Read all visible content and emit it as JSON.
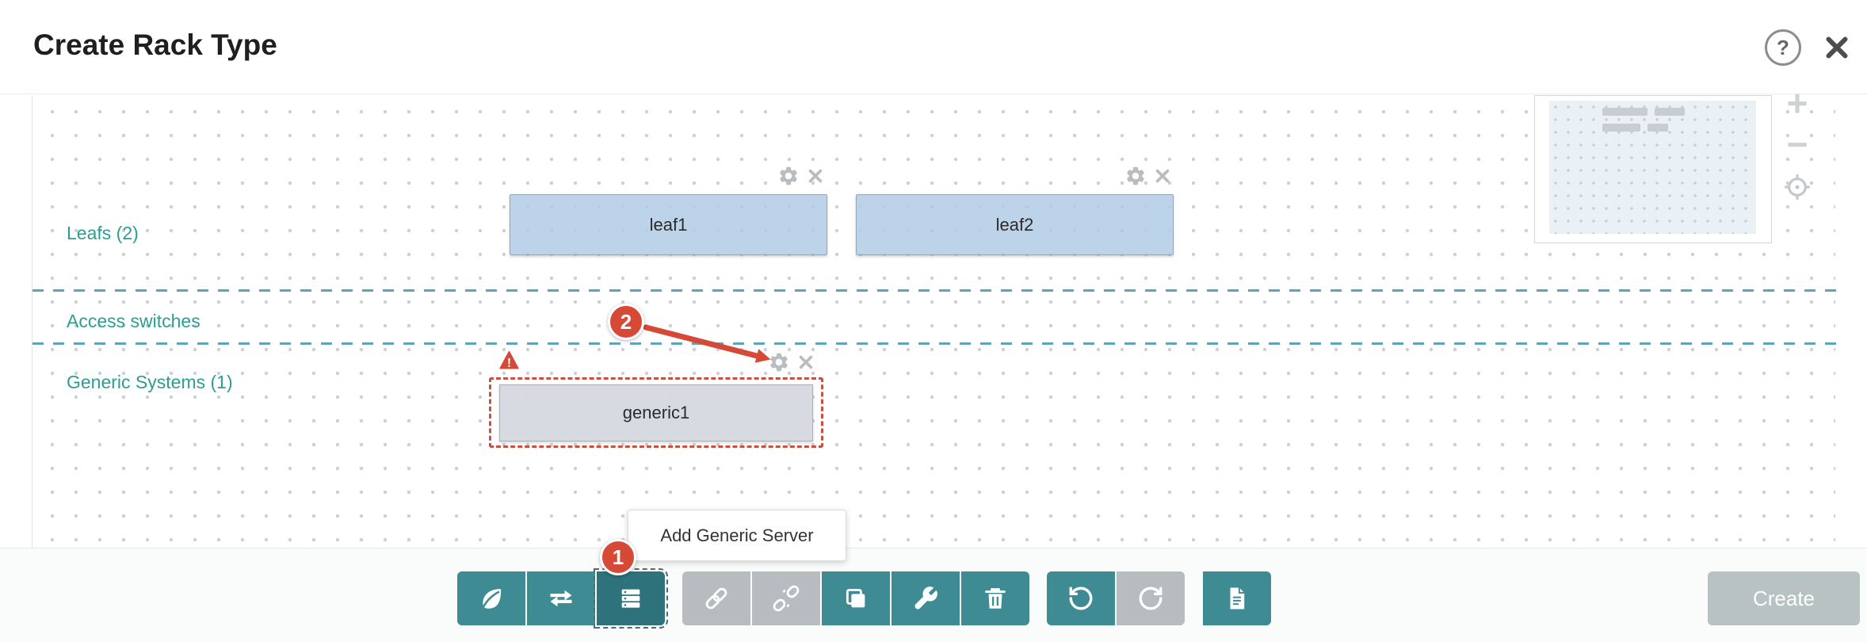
{
  "header": {
    "title": "Create Rack Type",
    "help_label": "?"
  },
  "canvas": {
    "sections": {
      "leafs_label": "Leafs (2)",
      "access_label": "Access switches",
      "generic_label": "Generic Systems (1)"
    },
    "nodes": {
      "leaf1_label": "leaf1",
      "leaf2_label": "leaf2",
      "generic1_label": "generic1"
    },
    "tooltip_text": "Add Generic Server"
  },
  "annotations": {
    "step1_badge": "1",
    "step2_badge": "2",
    "warning_mark": "!"
  },
  "toolbar": {
    "create_label": "Create",
    "buttons": [
      {
        "name": "add-leaf",
        "icon": "leaf-icon",
        "state": "enabled"
      },
      {
        "name": "manage-links",
        "icon": "swap-arrows-icon",
        "state": "enabled"
      },
      {
        "name": "add-generic-server",
        "icon": "server-rack-icon",
        "state": "active"
      },
      {
        "name": "add-link",
        "icon": "link-icon",
        "state": "disabled"
      },
      {
        "name": "delete-link",
        "icon": "unlink-icon",
        "state": "disabled"
      },
      {
        "name": "clone",
        "icon": "copy-icon",
        "state": "enabled"
      },
      {
        "name": "edit",
        "icon": "wrench-icon",
        "state": "enabled"
      },
      {
        "name": "delete",
        "icon": "trash-icon",
        "state": "enabled"
      },
      {
        "name": "undo",
        "icon": "undo-icon",
        "state": "enabled"
      },
      {
        "name": "redo",
        "icon": "redo-icon",
        "state": "disabled"
      },
      {
        "name": "view-json",
        "icon": "document-icon",
        "state": "enabled"
      }
    ]
  },
  "minimap": {
    "zoom_in_label": "+",
    "zoom_out_label": "−"
  },
  "colors": {
    "teal": "#3e8b94",
    "teal_active": "#2e727b",
    "disabled_gray": "#b6bcbf",
    "annotation_red": "#d64937",
    "section_label_teal": "#2d9d93",
    "dashed_line_teal": "#4295aa",
    "node_blue_fill": "#b1cbe5",
    "node_gray_fill": "#d5d8de",
    "node_red_dashed_border": "#c75242"
  }
}
